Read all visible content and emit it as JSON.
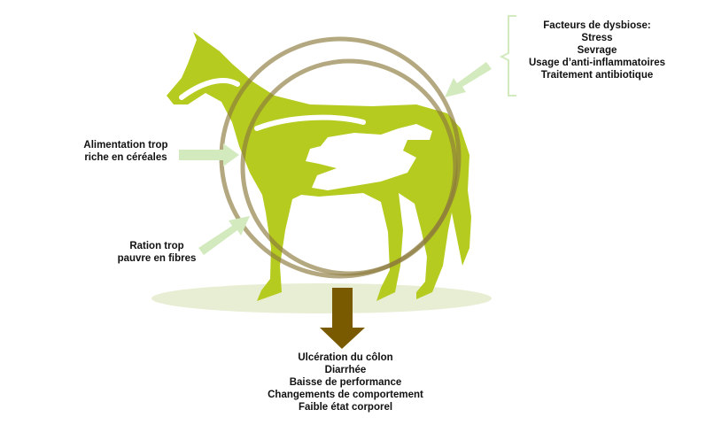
{
  "labels": {
    "dysbiosis_factors": {
      "title": "Facteurs de dysbiose:",
      "items": [
        "Stress",
        "Sevrage",
        "Usage d’anti-inflammatoires",
        "Traitement antibiotique"
      ]
    },
    "cereal_diet": [
      "Alimentation trop",
      "riche en céréales"
    ],
    "low_fiber": [
      "Ration trop",
      "pauvre en fibres"
    ],
    "consequences": [
      "Ulcération du côlon",
      "Diarrhée",
      "Baisse de performance",
      "Changements de comportement",
      "Faible état corporel"
    ]
  },
  "colors": {
    "horse": "#b6cb1f",
    "ring": "#8c7a3c",
    "input_arrow": "#d3eabf",
    "output_arrow": "#7a5a00",
    "bracket": "#d3eabf",
    "shadow": "#e6ecd0"
  }
}
